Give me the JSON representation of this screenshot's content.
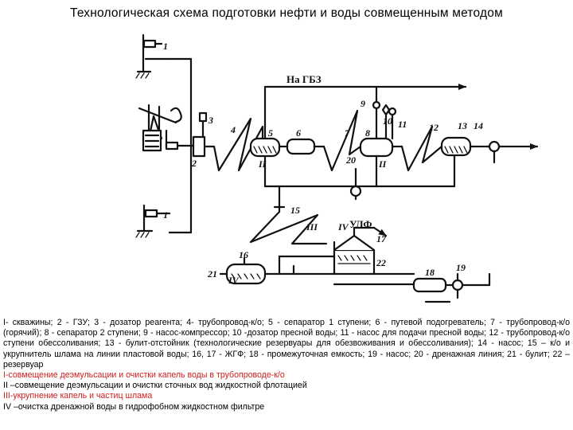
{
  "title": "Технологическая схема подготовки нефти и воды совмещенным методом",
  "accent_colors": {
    "line": "#111111",
    "stage_highlight": "#d01e1e",
    "equipment_fill": "#ffffff"
  },
  "diagram": {
    "gbz_label": "На ГБЗ",
    "ulf_label": "УЛФ",
    "numbers": {
      "n1a": "1",
      "n1b": "1",
      "n2": "2",
      "n3": "3",
      "n4": "4",
      "n5": "5",
      "n6": "6",
      "n7": "7",
      "n8": "8",
      "n9": "9",
      "n10": "10",
      "n11": "11",
      "n12": "12",
      "n13": "13",
      "n14": "14",
      "n15": "15",
      "n16": "16",
      "n17": "17",
      "n18": "18",
      "n19": "19",
      "n20": "20",
      "n21": "21",
      "n22": "22"
    },
    "stages": {
      "s2a": "II",
      "s2b": "II",
      "s3": "III",
      "s4a": "IV",
      "s4b": "IV"
    }
  },
  "legend": {
    "equipment": "I- скважины; 2 - ГЗУ; 3 - дозатор реагента; 4- трубопровод-к/о; 5 - сепаратор 1 ступени; 6 - путевой подогреватель; 7 - трубопровод-к/о (горячий); 8 - сепаратор 2 ступени; 9 - насос-компрессор; 10 -дозатор пресной воды; 11 - насос для подачи пресной воды; 12 - трубопровод-к/о ступени обессоливания; 13 - булит-отстойник (технологические резервуары для обезвоживания и обессоливания); 14 - насос; 15 – к/о и укрупнитель шлама на линии пластовой воды; 16, 17 - ЖГФ; 18 - промежуточная емкость; 19 - насос; 20 - дренажная линия; 21 - булит; 22 – резервуар",
    "stage_1": "I-совмещение деэмульсации и очистки капель воды в трубопроводе-к/о",
    "stage_2": "II –совмещение деэмульсации и очистки сточных вод жидкостной флотацией",
    "stage_3": "III-укрупнение капель и частиц шлама",
    "stage_4": "IV –очистка дренажной воды в гидрофобном жидкостном фильтре"
  }
}
